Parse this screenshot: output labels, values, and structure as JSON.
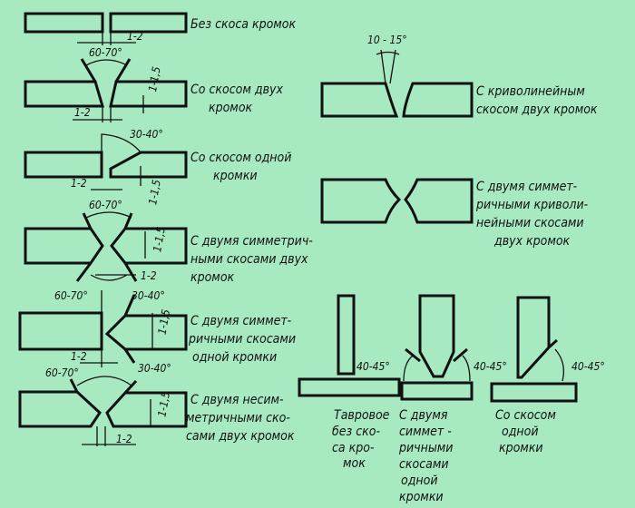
{
  "background": "#a7eac1",
  "joints": [
    {
      "label": [
        "Без скоса кромок"
      ],
      "dims": [
        "1-2"
      ]
    },
    {
      "label": [
        "Со скосом двух",
        "кромок"
      ],
      "dims": [
        "60-70°",
        "1-1,5",
        "1-2"
      ]
    },
    {
      "label": [
        "Со скосом одной",
        "кромки"
      ],
      "dims": [
        "30-40°",
        "1-2",
        "1-1,5"
      ]
    },
    {
      "label": [
        "С двумя симметрич-",
        "ными скосами двух",
        "кромок"
      ],
      "dims": [
        "60-70°",
        "1-1,5",
        "1-2"
      ]
    },
    {
      "label": [
        "С двумя симмет-",
        "ричными скосами",
        "одной кромки"
      ],
      "dims": [
        "60-70°",
        "30-40°",
        "1-1,5",
        "1-2",
        "30-40°"
      ]
    },
    {
      "label": [
        "С двумя несим-",
        "метричными ско-",
        "сами двух кромок"
      ],
      "dims": [
        "60-70°",
        "1-1,5",
        "1-2"
      ]
    },
    {
      "label": [
        "С криволинейным",
        "скосом двух кромок"
      ],
      "dims": [
        "10 - 15°"
      ]
    },
    {
      "label": [
        "С двумя симмет-",
        "ричными криволи-",
        "нейными скосами",
        "двух кромок"
      ],
      "dims": []
    },
    {
      "label": [
        "Тавровое",
        "без ско-",
        "са кро-",
        "мок"
      ],
      "dims": [
        "40-45°"
      ]
    },
    {
      "label": [
        "С двумя",
        "симмет -",
        "ричными",
        "скосами",
        "одной",
        "кромки"
      ],
      "dims": [
        "40-45°"
      ]
    },
    {
      "label": [
        "Со скосом",
        "одной",
        "кромки"
      ],
      "dims": [
        "40-45°"
      ]
    }
  ]
}
